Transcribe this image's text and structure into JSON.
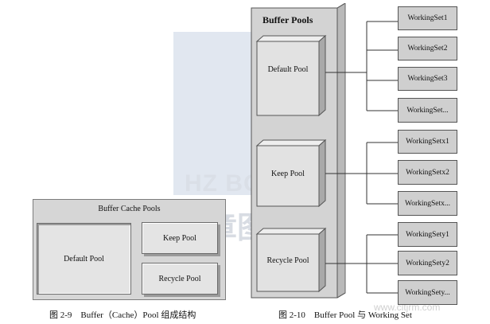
{
  "watermark": {
    "brand": "HZ BOOKS",
    "chinese": "华章图书",
    "url": "www.cltjrm.com"
  },
  "figure_left": {
    "title": "Buffer Cache Pools",
    "default_pool": "Default Pool",
    "keep_pool": "Keep Pool",
    "recycle_pool": "Recycle Pool",
    "caption": "图 2-9　Buffer（Cache）Pool 组成结构"
  },
  "figure_right": {
    "title": "Buffer Pools",
    "default_pool": "Default Pool",
    "keep_pool": "Keep Pool",
    "recycle_pool": "Recycle Pool",
    "working_sets": [
      "WorkingSet1",
      "WorkingSet2",
      "WorkingSet3",
      "WorkingSet...",
      "WorkingSetx1",
      "WorkingSetx2",
      "WorkingSetx...",
      "WorkingSety1",
      "WorkingSety2",
      "WorkingSety..."
    ],
    "caption": "图 2-10　Buffer Pool 与 Working Set"
  },
  "colors": {
    "panel": "#d6d6d6",
    "box": "#e4e4e4",
    "working_set": "#cfcfcf",
    "watermark": "#c9d3e3"
  }
}
